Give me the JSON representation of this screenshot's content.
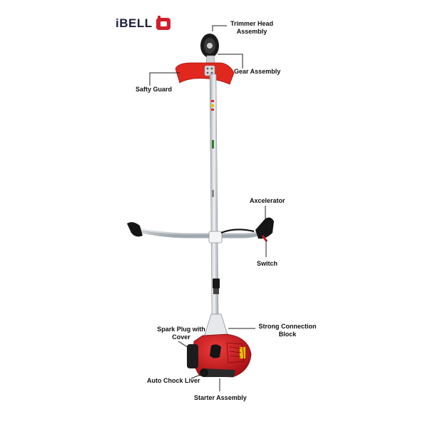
{
  "brand": {
    "name": "iBELL",
    "accent": "#d11f2e",
    "text_color": "#1b1f3b"
  },
  "labels": {
    "trimmer_head_1": "Trimmer Head",
    "trimmer_head_2": "Assembly",
    "gear_assembly": "Gear Assembly",
    "safety_guard": "Safty Guard",
    "accelerator": "Axcelerator",
    "switch": "Switch",
    "connection_block_1": "Strong Connection",
    "connection_block_2": "Block",
    "spark_plug_1": "Spark Plug with",
    "spark_plug_2": "Cover",
    "auto_choke": "Auto Chock Liver",
    "starter": "Starter Assembly"
  },
  "colors": {
    "guard_red": "#e0281e",
    "engine_red": "#c8171d",
    "shaft": "#c9ccd1",
    "handle_grip": "#151515",
    "leader_line": "#222222"
  }
}
